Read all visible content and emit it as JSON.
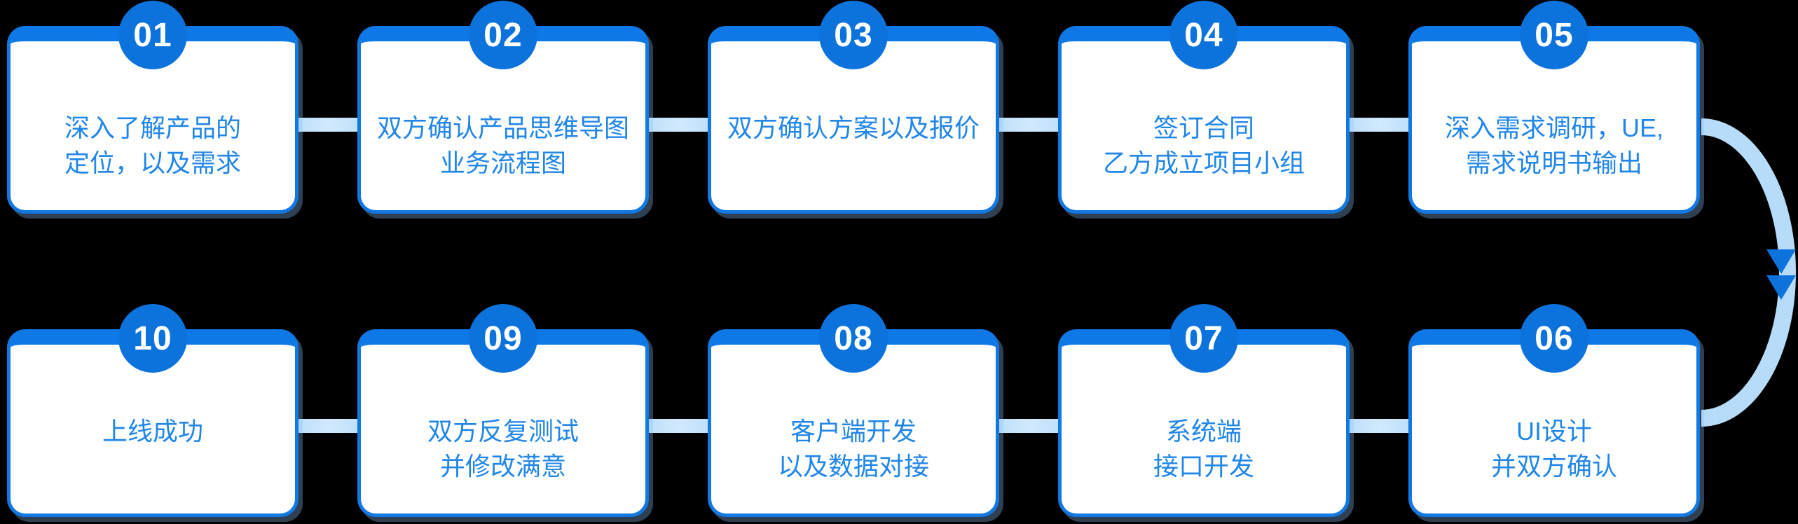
{
  "colors": {
    "background": "#000000",
    "primary_blue": "#0c73dc",
    "card_border_blue": "#1278e2",
    "card_top_band_blue": "#0d78e6",
    "step_text_blue": "#2086e8",
    "connector_light_blue": "#bcdff9",
    "connector_light_blue_mid": "#d2e9fd",
    "arrow_arc_light_blue": "#b7dcf9",
    "card_background": "#ffffff",
    "number_text": "#ffffff"
  },
  "flow": {
    "rows": [
      {
        "visual_order": "left-to-right",
        "steps": [
          {
            "number": "01",
            "lines": [
              "深入了解产品的",
              "定位，以及需求"
            ]
          },
          {
            "number": "02",
            "lines": [
              "双方确认产品思维导图",
              "业务流程图"
            ]
          },
          {
            "number": "03",
            "lines": [
              "双方确认方案以及报价"
            ]
          },
          {
            "number": "04",
            "lines": [
              "签订合同",
              "乙方成立项目小组"
            ]
          },
          {
            "number": "05",
            "lines": [
              "深入需求调研，UE,",
              "需求说明书输出"
            ]
          }
        ]
      },
      {
        "visual_order": "left-to-right",
        "steps": [
          {
            "number": "10",
            "lines": [
              "上线成功"
            ]
          },
          {
            "number": "09",
            "lines": [
              "双方反复测试",
              "并修改满意"
            ]
          },
          {
            "number": "08",
            "lines": [
              "客户端开发",
              "以及数据对接"
            ]
          },
          {
            "number": "07",
            "lines": [
              "系统端",
              "接口开发"
            ]
          },
          {
            "number": "06",
            "lines": [
              "UI设计",
              "并双方确认"
            ]
          }
        ]
      }
    ],
    "return_arrow": {
      "from_step": "05",
      "to_step": "06",
      "shape": "right-bulging half ellipse",
      "arrowheads_pointing": "down",
      "arrowhead_count": 2
    }
  }
}
